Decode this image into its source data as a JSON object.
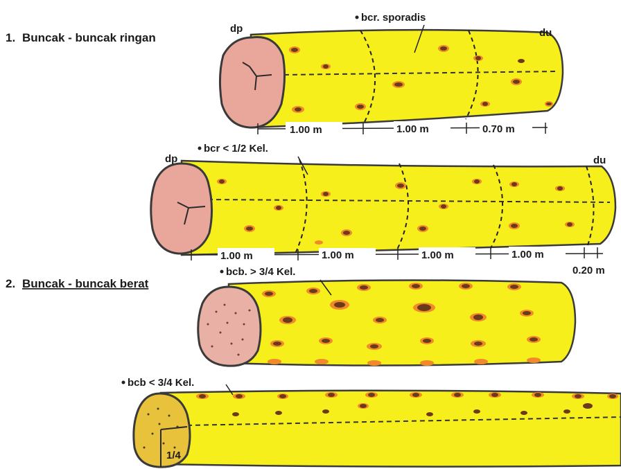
{
  "sections": {
    "light": {
      "number": "1.",
      "title": "Buncak - buncak ringan"
    },
    "heavy": {
      "number": "2.",
      "title": "Buncak - buncak berat"
    }
  },
  "logs": [
    {
      "id": "log-1",
      "end_labels": {
        "base": "dp",
        "tip": "du"
      },
      "defect_note": "bcr. sporadis",
      "segments": [
        "1.00 m",
        "1.00 m",
        "0.70 m"
      ]
    },
    {
      "id": "log-2",
      "end_labels": {
        "base": "dp",
        "tip": "du"
      },
      "defect_note": "bcr < 1/2 Kel.",
      "segments": [
        "1.00 m",
        "1.00 m",
        "1.00 m",
        "1.00 m",
        "0.20 m"
      ]
    },
    {
      "id": "log-3",
      "defect_note": "bcb. > 3/4 Kel."
    },
    {
      "id": "log-4",
      "defect_note": "bcb < 3/4 Kel.",
      "end_fraction": "1/4"
    }
  ],
  "colors": {
    "log_body": "#f7ef1c",
    "log_outline": "#3a3a3a",
    "cut_face": "#e9a79b",
    "cut_face_speckled": "#e8c23a",
    "defect_spot": "#6b3a1a",
    "defect_halo": "#f08a2a",
    "text": "#1a1a1a"
  }
}
